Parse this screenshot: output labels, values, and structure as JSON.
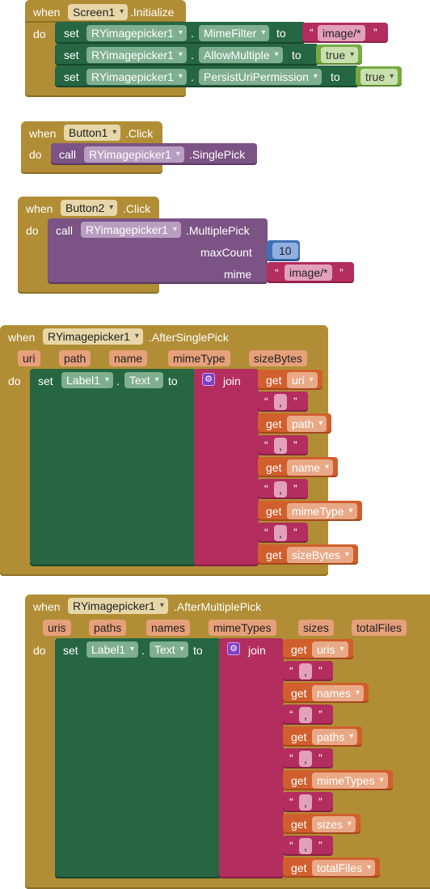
{
  "kw": {
    "when": "when",
    "do": "do",
    "set": "set",
    "call": "call",
    "get": "get",
    "to": "to",
    "join": "join",
    "dot": ".",
    "open_quote": "“",
    "close_quote": "”"
  },
  "block1": {
    "component": "Screen1",
    "event": ".Initialize",
    "rows": [
      {
        "component": "RYimagepicker1",
        "property": "MimeFilter",
        "value": "image/*",
        "type": "string"
      },
      {
        "component": "RYimagepicker1",
        "property": "AllowMultiple",
        "value": "true",
        "type": "bool"
      },
      {
        "component": "RYimagepicker1",
        "property": "PersistUriPermission",
        "value": "true",
        "type": "bool"
      }
    ]
  },
  "block2": {
    "component": "Button1",
    "event": ".Click",
    "call_component": "RYimagepicker1",
    "method": ".SinglePick"
  },
  "block3": {
    "component": "Button2",
    "event": ".Click",
    "call_component": "RYimagepicker1",
    "method": ".MultiplePick",
    "arg1_name": "maxCount",
    "arg1_value": "10",
    "arg2_name": "mime",
    "arg2_value": "image/*"
  },
  "block4": {
    "component": "RYimagepicker1",
    "event": ".AfterSinglePick",
    "params": [
      "uri",
      "path",
      "name",
      "mimeType",
      "sizeBytes"
    ],
    "set_component": "Label1",
    "set_property": "Text",
    "gets": [
      "uri",
      "path",
      "name",
      "mimeType",
      "sizeBytes"
    ],
    "sep": ","
  },
  "block5": {
    "component": "RYimagepicker1",
    "event": ".AfterMultiplePick",
    "params": [
      "uris",
      "paths",
      "names",
      "mimeTypes",
      "sizes",
      "totalFiles"
    ],
    "set_component": "Label1",
    "set_property": "Text",
    "gets": [
      "uris",
      "names",
      "paths",
      "mimeTypes",
      "sizes",
      "totalFiles"
    ],
    "sep": ","
  }
}
